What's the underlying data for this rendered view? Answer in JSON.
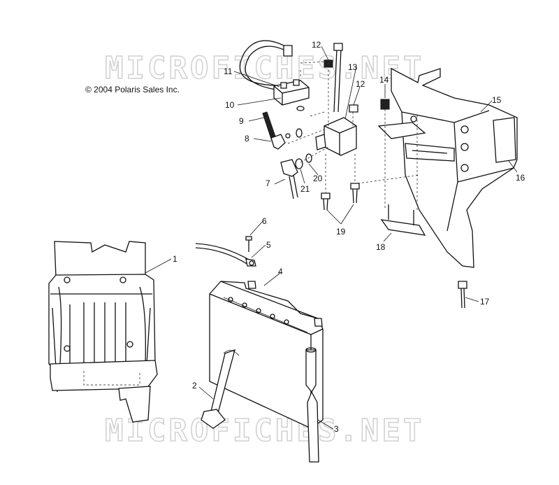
{
  "copyright": "© 2004 Polaris Sales Inc.",
  "watermark": "MICROFICHES.NET",
  "callouts": [
    "1",
    "2",
    "3",
    "4",
    "5",
    "6",
    "7",
    "8",
    "9",
    "10",
    "11",
    "12",
    "12",
    "13",
    "14",
    "15",
    "16",
    "17",
    "18",
    "19",
    "20",
    "21"
  ]
}
